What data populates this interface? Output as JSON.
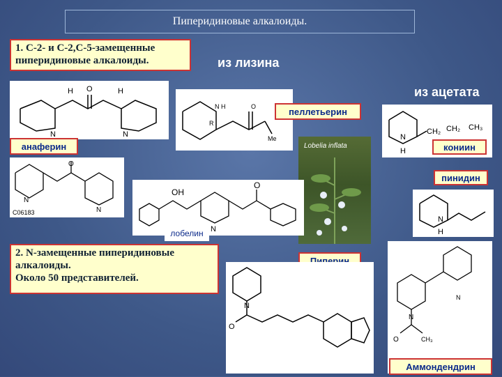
{
  "title": "Пиперидиновые алкалоиды.",
  "section1": {
    "line1": "1. С-2- и С-2,С-5-замещенные",
    "line2": "пиперидиновые алкалоиды."
  },
  "section2": {
    "line1": "2. N-замещенные пиперидиновые",
    "line2": "алкалоиды.",
    "line3": "Около 50 представителей."
  },
  "headers": {
    "lysine": "из лизина",
    "acetate": "из ацетата"
  },
  "compounds": {
    "anaferin": "анаферин",
    "pelletierine": "пеллетьерин",
    "lobelia": "Lobelia inflata",
    "coniine": "кониин",
    "pinidine": "пинидин",
    "lobeline": "лобелин",
    "piperine": "Пиперин",
    "ammodendrine": "Аммондендрин"
  },
  "atoms": {
    "n": "N",
    "nh": "N H",
    "h": "H",
    "o": "O",
    "oh": "OH",
    "me": "Me",
    "r": "R",
    "ch2": "CH₂",
    "ch3": "CH₃",
    "id": "C06183"
  }
}
